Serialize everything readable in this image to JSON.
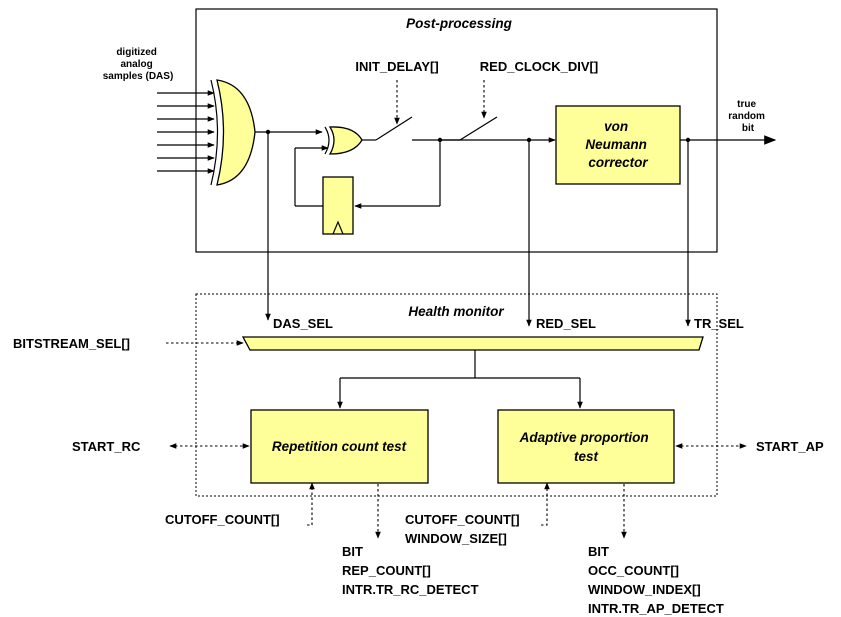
{
  "post_processing": {
    "title": "Post-processing",
    "input_label": [
      "digitized",
      "analog",
      "samples (DAS)"
    ],
    "init_delay": "INIT_DELAY[]",
    "red_clock_div": "RED_CLOCK_DIV[]",
    "von_neumann": [
      "von",
      "Neumann",
      "corrector"
    ],
    "output_label": [
      "true",
      "random",
      "bit"
    ]
  },
  "health_monitor": {
    "title": "Health monitor",
    "das_sel": "DAS_SEL",
    "red_sel": "RED_SEL",
    "tr_sel": "TR_SEL",
    "bitstream_sel": "BITSTREAM_SEL[]",
    "rc_test": "Repetition count test",
    "ap_test": [
      "Adaptive proportion",
      "test"
    ],
    "start_rc": "START_RC",
    "start_ap": "START_AP"
  },
  "rc_inputs": "CUTOFF_COUNT[]",
  "rc_outputs": [
    "BIT",
    "REP_COUNT[]",
    "INTR.TR_RC_DETECT"
  ],
  "ap_inputs": [
    "CUTOFF_COUNT[]",
    "WINDOW_SIZE[]"
  ],
  "ap_outputs": [
    "BIT",
    "OCC_COUNT[]",
    "WINDOW_INDEX[]",
    "INTR.TR_AP_DETECT"
  ],
  "colors": {
    "block_fill": "#ffff99",
    "line": "#000000",
    "background": "#ffffff"
  }
}
